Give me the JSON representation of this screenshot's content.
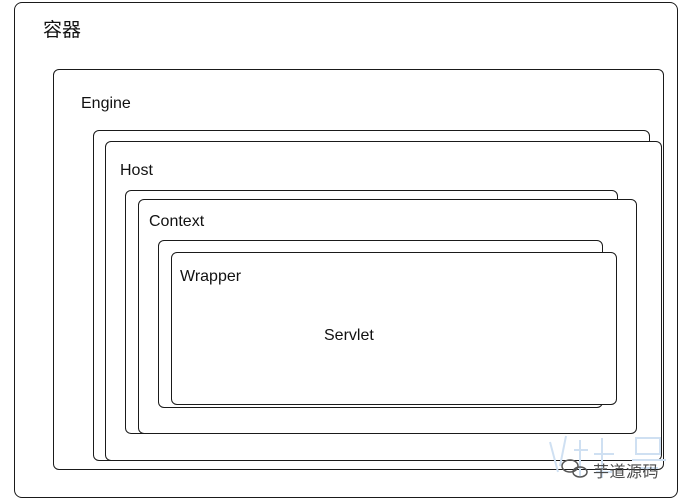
{
  "diagram": {
    "container_label": "容器",
    "engine_label": "Engine",
    "host_label": "Host",
    "context_label": "Context",
    "wrapper_label": "Wrapper",
    "servlet_label": "Servlet"
  },
  "watermark": {
    "text": "芋道源码"
  }
}
